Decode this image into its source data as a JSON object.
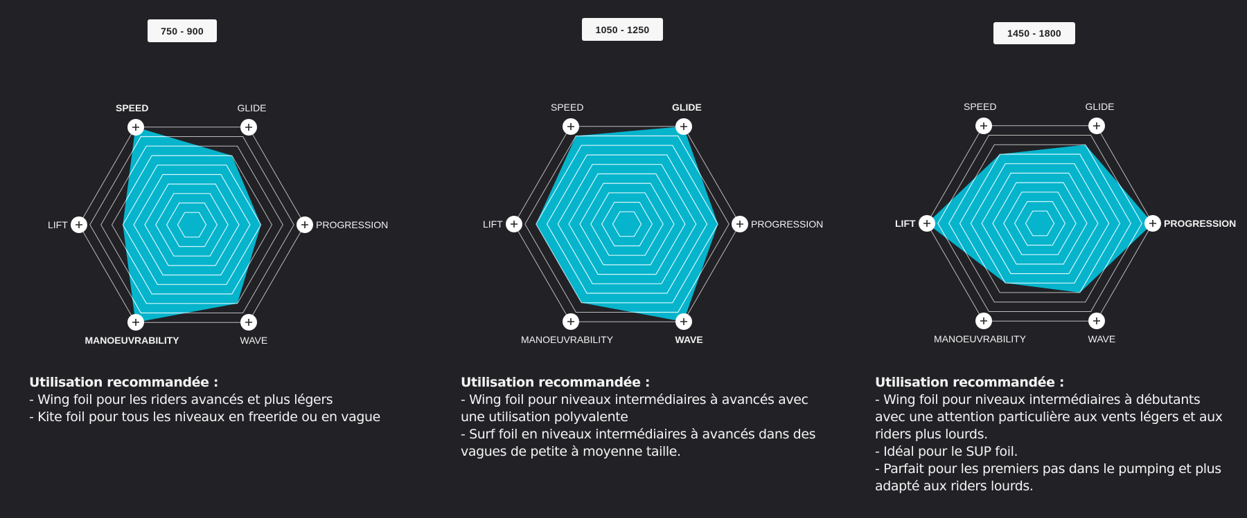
{
  "colors": {
    "background": "#222226",
    "fill": "#06b4cc",
    "ring_outer": "#bdbdbd",
    "ring_inner": "#d8f6fb",
    "button": "#ffffff"
  },
  "axes": [
    "SPEED",
    "GLIDE",
    "PROGRESSION",
    "WAVE",
    "MANOEUVRABILITY",
    "LIFT"
  ],
  "panels": [
    {
      "range_label": "750 - 900",
      "usage_heading": "Utilisation recommandée :",
      "usage_lines": [
        "- Wing foil pour les riders avancés et plus légers",
        "- Kite foil pour tous les niveaux en freeride ou en vague"
      ]
    },
    {
      "range_label": "1050 - 1250",
      "usage_heading": "Utilisation recommandée :",
      "usage_lines": [
        "- Wing foil pour niveaux intermédiaires à avancés avec",
        "une utilisation polyvalente",
        "- Surf foil en niveaux intermédiaires à avancés dans des",
        "vagues de petite à moyenne taille."
      ]
    },
    {
      "range_label": "1450 - 1800",
      "usage_heading": "Utilisation recommandée :",
      "usage_lines": [
        "- Wing foil pour niveaux intermédiaires à débutants",
        "avec une attention particulière aux vents légers et aux",
        "riders plus lourds.",
        "- Idéal pour le SUP foil.",
        "- Parfait pour les premiers pas dans le pumping et plus",
        "adapté aux riders lourds."
      ]
    }
  ],
  "chart_data": [
    {
      "type": "radar",
      "title": "750 - 900",
      "categories": [
        "SPEED",
        "GLIDE",
        "PROGRESSION",
        "WAVE",
        "MANOEUVRABILITY",
        "LIFT"
      ],
      "values": [
        10,
        7,
        6,
        8,
        10,
        6
      ],
      "highlighted": [
        "SPEED",
        "MANOEUVRABILITY"
      ],
      "scale": [
        0,
        10
      ],
      "rings": 10
    },
    {
      "type": "radar",
      "title": "1050 - 1250",
      "categories": [
        "SPEED",
        "GLIDE",
        "PROGRESSION",
        "WAVE",
        "MANOEUVRABILITY",
        "LIFT"
      ],
      "values": [
        9,
        10,
        8,
        10,
        8,
        8
      ],
      "highlighted": [
        "GLIDE",
        "WAVE"
      ],
      "scale": [
        0,
        10
      ],
      "rings": 10
    },
    {
      "type": "radar",
      "title": "1450 - 1800",
      "categories": [
        "SPEED",
        "GLIDE",
        "PROGRESSION",
        "WAVE",
        "MANOEUVRABILITY",
        "LIFT"
      ],
      "values": [
        7,
        8,
        10,
        7,
        6,
        10
      ],
      "highlighted": [
        "LIFT",
        "PROGRESSION"
      ],
      "scale": [
        0,
        10
      ],
      "rings": 10
    }
  ]
}
